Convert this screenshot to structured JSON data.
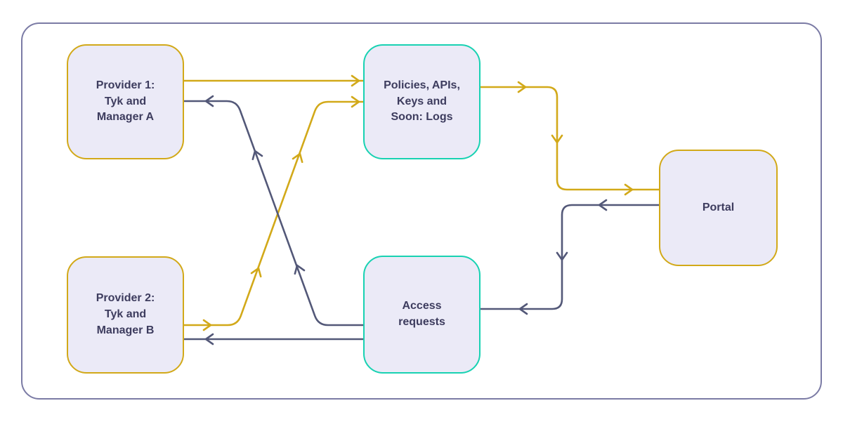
{
  "diagram": {
    "nodes": {
      "provider1": {
        "label": "Provider 1:\nTyk and\nManager A",
        "border": "gold"
      },
      "provider2": {
        "label": "Provider 2:\nTyk and\nManager B",
        "border": "gold"
      },
      "policies": {
        "label": "Policies, APIs,\nKeys and\nSoon: Logs",
        "border": "teal"
      },
      "access_requests": {
        "label": "Access\nrequests",
        "border": "teal"
      },
      "portal": {
        "label": "Portal",
        "border": "gold"
      }
    },
    "edges": [
      {
        "from": "provider1",
        "to": "policies",
        "color": "#D2A919"
      },
      {
        "from": "provider2",
        "to": "policies",
        "color": "#D2A919"
      },
      {
        "from": "policies",
        "to": "portal",
        "color": "#D2A919"
      },
      {
        "from": "portal",
        "to": "access_requests",
        "color": "#535878"
      },
      {
        "from": "access_requests",
        "to": "provider1",
        "color": "#535878"
      },
      {
        "from": "access_requests",
        "to": "provider2",
        "color": "#535878"
      }
    ],
    "colors": {
      "gold": "#D2A919",
      "teal": "#18D2B2",
      "slate": "#535878",
      "node_fill": "#EBEAF7",
      "node_text": "#3D3C5E",
      "frame_border": "#7B7BA5",
      "background": "#FFFFFF"
    }
  }
}
